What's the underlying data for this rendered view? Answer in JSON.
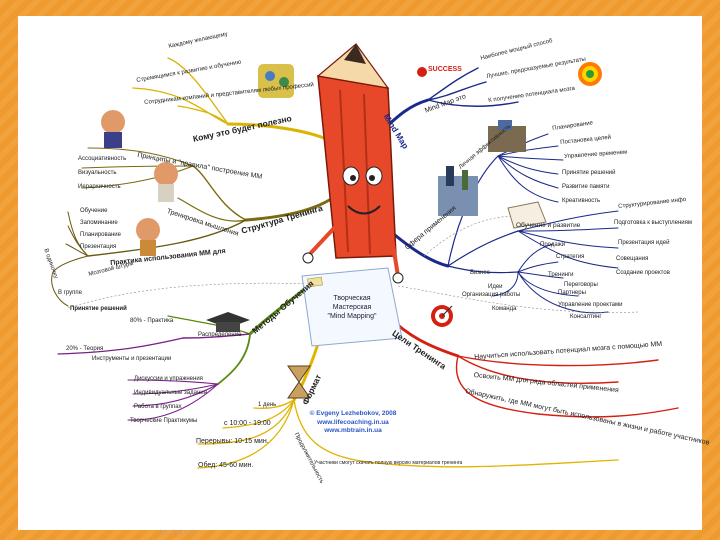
{
  "center": {
    "lines": [
      "Творческая",
      "Мастерская",
      "\"Mind Mapping\""
    ]
  },
  "credit": {
    "lines": [
      "© Evgeny Lezhebokov, 2008",
      "www.lifecoaching.in.ua",
      "www.mbtrain.in.ua"
    ]
  },
  "footer": "http://edu.ru/...",
  "logos": {
    "success": "SUCCESS"
  },
  "branches": {
    "mind_map": "Mind Map",
    "mind_map_what": "Mind Map это",
    "who": "Кому это будет полезно",
    "structure": "Структура Тренинга",
    "methods": "Методы Обучения",
    "format": "Формат",
    "goals": "Цели Тренинга",
    "scope": "Сфера применения"
  },
  "leaves": {
    "mm1": "Наиболее мощный способ",
    "mm2": "Лучшие, предсказуемые результаты",
    "mm3": "К получению потенциала мозга",
    "w1": "Каждому желающему",
    "w2": "Стремящимся к развитию и обучению",
    "w3": "Сотрудникам компаний и представителям любых профессий",
    "w4": "Принципы и \"правила\" построения ММ",
    "s1": "Ассоциативность",
    "s2": "Визуальность",
    "s3": "Иерархичность",
    "s4": "Тренировка мышления",
    "s5": "Обучение",
    "s6": "Запоминание",
    "s7": "Планирование",
    "s8": "Презентация",
    "s9": "Практика использования ММ для",
    "s10": "Мозговой штурм",
    "s11": "В одиночку",
    "s12": "В группе",
    "s13": "Принятие решений",
    "m1": "80% - Практика",
    "m2": "Распределение",
    "m3": "20% - Теория",
    "m4": "Инструменты и презентации",
    "m5": "Дискуссии и упражнения",
    "m6": "Индивидуальные задания",
    "m7": "Работа в группах",
    "m8": "Творческие Практикумы",
    "f1": "1 день",
    "f2": "с 10:00 - 19:00",
    "f3": "Перерывы: 10-15 мин.",
    "f4": "Обед: 45-60 мин.",
    "f5": "Продолжительность",
    "f6": "Участники смогут скачать полную версию материалов тренинга",
    "g1": "Научиться использовать потенциал мозга с помощью ММ",
    "g2": "Освоить ММ для ряда областей применения",
    "g3": "Обнаружить, где ММ могут быть использованы в жизни и работе участников",
    "a1": "Личная эффективность",
    "a2": "Планирование",
    "a3": "Постановка целей",
    "a4": "Управление временем",
    "a5": "Принятие решений",
    "a6": "Развитие памяти",
    "a7": "Креативность",
    "a8": "Обучение и развитие",
    "a9": "Структурирование инфо",
    "a10": "Подготовка к выступлениям",
    "a11": "Презентация идей",
    "a12": "Совещания",
    "a13": "Создание проектов",
    "a14": "Переговоры",
    "a15": "Консалтинг",
    "a16": "Бизнес",
    "a17": "Организация работы",
    "a18": "Продажи",
    "a19": "Стратегия",
    "a20": "Тренинги",
    "a21": "Идеи",
    "a22": "Партнеры",
    "a23": "Команда",
    "a24": "Управление проектами"
  },
  "colors": {
    "border": "#f2a23a",
    "mindmap": "#1a2a8a",
    "who": "#d9b400",
    "structure": "#7a6a10",
    "methods": "#5a8a12",
    "method_sub": "#7a1e8a",
    "format": "#e0b400",
    "goals": "#d42010",
    "scope": "#1a2a8a",
    "credit": "#2a56c8",
    "pencil": "#e8482a"
  }
}
